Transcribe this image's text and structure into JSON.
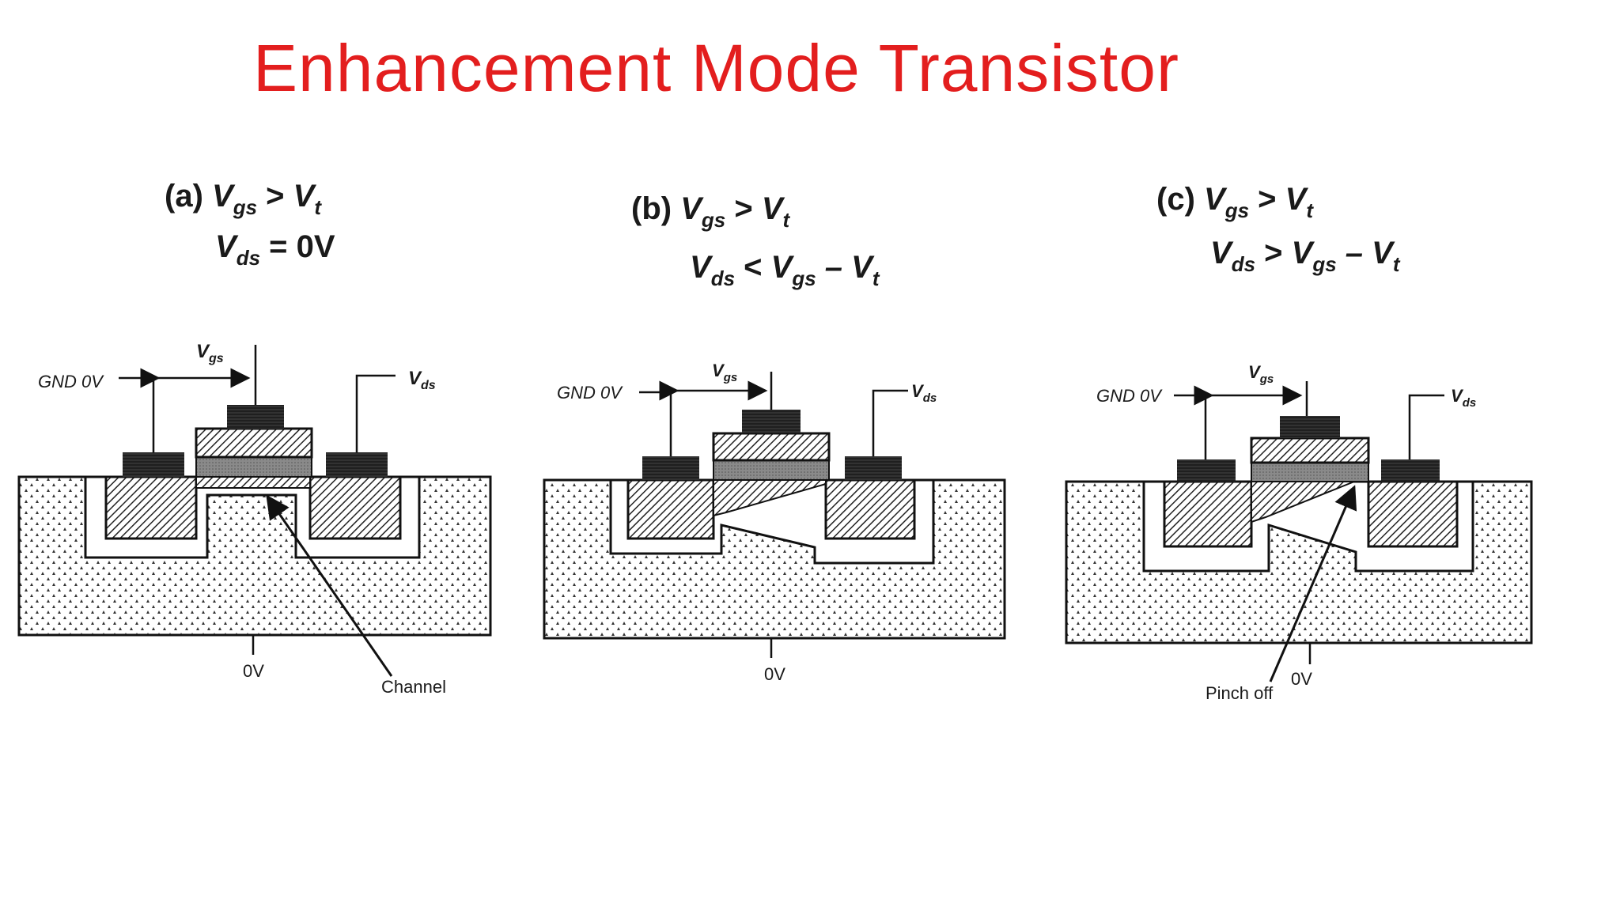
{
  "title": "Enhancement Mode Transistor",
  "panels": [
    {
      "tag": "(a)",
      "line1": {
        "v1": "V",
        "s1": "gs",
        "op": ">",
        "v2": "V",
        "s2": "t",
        "rest": ""
      },
      "line2": {
        "v1": "V",
        "s1": "ds",
        "op": "=",
        "v2": "0V",
        "s2": "",
        "rest": ""
      },
      "gnd": "GND 0V",
      "vgs": "V",
      "vgs_sub": "gs",
      "vds": "V",
      "vds_sub": "ds",
      "bottom": "0V",
      "note": "Channel"
    },
    {
      "tag": "(b)",
      "line1": {
        "v1": "V",
        "s1": "gs",
        "op": ">",
        "v2": "V",
        "s2": "t",
        "rest": ""
      },
      "line2": {
        "v1": "V",
        "s1": "ds",
        "op": "<",
        "v2": "V",
        "s2": "gs",
        "rest": "– V",
        "rs": "t"
      },
      "gnd": "GND 0V",
      "vgs": "V",
      "vgs_sub": "gs",
      "vds": "V",
      "vds_sub": "ds",
      "bottom": "0V",
      "note": ""
    },
    {
      "tag": "(c)",
      "line1": {
        "v1": "V",
        "s1": "gs",
        "op": ">",
        "v2": "V",
        "s2": "t",
        "rest": ""
      },
      "line2": {
        "v1": "V",
        "s1": "ds",
        "op": ">",
        "v2": "V",
        "s2": "gs",
        "rest": "– V",
        "rs": "t"
      },
      "gnd": "GND 0V",
      "vgs": "V",
      "vgs_sub": "gs",
      "vds": "V",
      "vds_sub": "ds",
      "bottom": "0V",
      "note": "Pinch off"
    }
  ]
}
